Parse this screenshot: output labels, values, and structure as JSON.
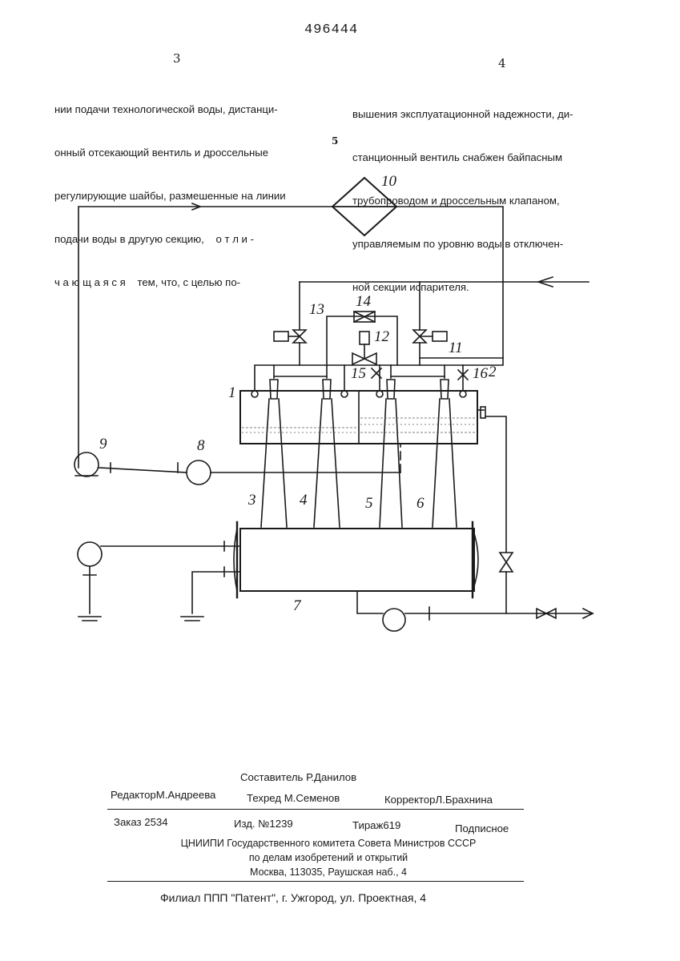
{
  "header": {
    "patent_number": "496444",
    "col_left_number": "3",
    "col_right_number": "4",
    "margin_number": "5"
  },
  "text": {
    "left_column": [
      "нии подачи технологической воды, дистанци-",
      "онный отсекающий вентиль и дроссельные",
      "регулирующие шайбы, размешенные на линии",
      "подачи воды в другую секцию,    о т л и -",
      "ч а ю щ а я с я    тем, что, с целью по-"
    ],
    "right_column": [
      "вышения эксплуатационной надежности, ди-",
      "станционный вентиль снабжен байпасным",
      "трубопроводом и дроссельным клапаном,",
      "управляемым по уровню воды в отключен-",
      "ной секции испарителя."
    ]
  },
  "figure": {
    "labels": {
      "n1": "1",
      "n2": "2",
      "n3": "3",
      "n4": "4",
      "n5": "5",
      "n6": "6",
      "n7": "7",
      "n8": "8",
      "n9": "9",
      "n10": "10",
      "n11": "11",
      "n12": "12",
      "n13": "13",
      "n14": "14",
      "n15": "15",
      "n16": "16"
    }
  },
  "imprint": {
    "composer": "Составитель Р.Данилов",
    "editor": "РедакторМ.Андреева",
    "techred": "Техред М.Семенов",
    "corrector": "КорректорЛ.Брахнина",
    "order": "Заказ 2534",
    "izd": "Изд. №1239",
    "tirazh": "Тираж619",
    "podpisnoe": "Подписное",
    "org_line1": "ЦНИИПИ Государственного комитета Совета Министров СССР",
    "org_line2": "по делам изобретений и открытий",
    "org_line3": "Москва, 113035, Раушская наб., 4",
    "filial": "Филиал ППП \"Патент\", г. Ужгород, ул. Проектная, 4"
  }
}
